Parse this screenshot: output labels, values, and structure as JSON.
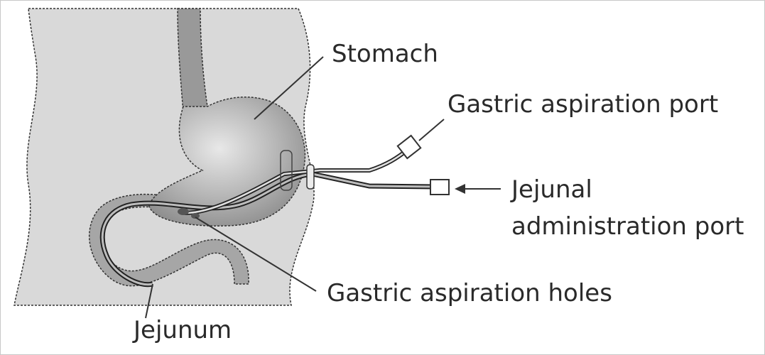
{
  "labels": {
    "stomach": "Stomach",
    "gastric_aspiration_port": "Gastric aspiration port",
    "jejunal_line1": "Jejunal",
    "jejunal_line2": "administration port",
    "gastric_aspiration_holes": "Gastric aspiration holes",
    "jejunum": "Jejunum"
  },
  "colors": {
    "body_fill": "#d9d9d9",
    "organ_fill": "#a6a6a6",
    "outline": "#333333",
    "label_text": "#2a2a2a",
    "background": "#ffffff"
  }
}
